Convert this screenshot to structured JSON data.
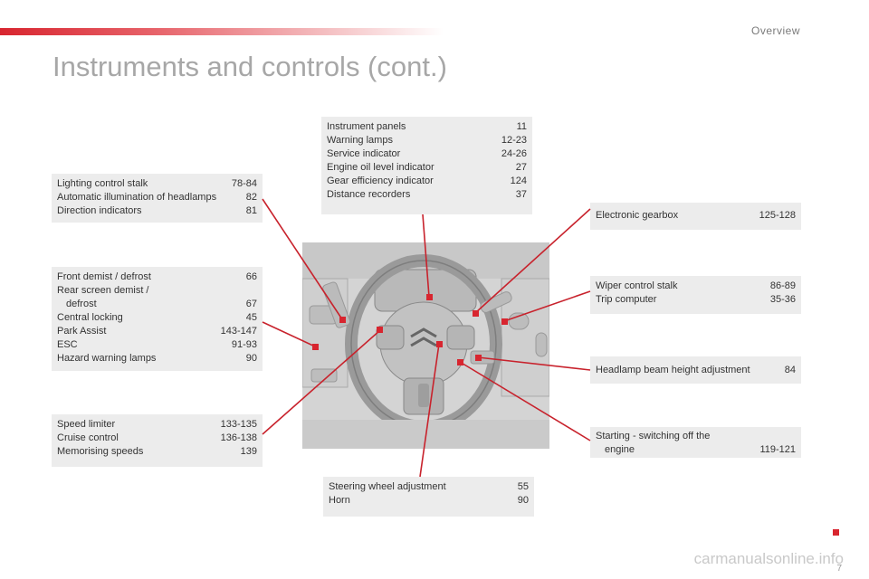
{
  "header": {
    "section": "Overview",
    "title": "Instruments and controls (cont.)",
    "page_number": "7"
  },
  "watermark": "carmanualsonline.info",
  "boxes": {
    "lighting": [
      {
        "label": "Lighting control stalk",
        "page": "78-84"
      },
      {
        "label": "Automatic illumination of headlamps",
        "page": "82"
      },
      {
        "label": "Direction indicators",
        "page": "81"
      }
    ],
    "demist": [
      {
        "label": "Front demist / defrost",
        "page": "66"
      },
      {
        "label": "Rear screen demist /",
        "page": ""
      },
      {
        "label": "defrost",
        "page": "67"
      },
      {
        "label": "Central locking",
        "page": "45"
      },
      {
        "label": "Park Assist",
        "page": "143-147"
      },
      {
        "label": "ESC",
        "page": "91-93"
      },
      {
        "label": "Hazard warning lamps",
        "page": "90"
      }
    ],
    "speed": [
      {
        "label": "Speed limiter",
        "page": "133-135"
      },
      {
        "label": "Cruise control",
        "page": "136-138"
      },
      {
        "label": "Memorising speeds",
        "page": "139"
      }
    ],
    "instruments": [
      {
        "label": "Instrument panels",
        "page": "11"
      },
      {
        "label": "Warning lamps",
        "page": "12-23"
      },
      {
        "label": "Service indicator",
        "page": "24-26"
      },
      {
        "label": "Engine oil level indicator",
        "page": "27"
      },
      {
        "label": "Gear efficiency indicator",
        "page": "124"
      },
      {
        "label": "Distance recorders",
        "page": "37"
      }
    ],
    "steering": [
      {
        "label": "Steering wheel adjustment",
        "page": "55"
      },
      {
        "label": "Horn",
        "page": "90"
      }
    ],
    "gearbox": [
      {
        "label": "Electronic gearbox",
        "page": "125-128"
      }
    ],
    "wiper": [
      {
        "label": "Wiper control stalk",
        "page": "86-89"
      },
      {
        "label": "Trip computer",
        "page": "35-36"
      }
    ],
    "headlamp": [
      {
        "label": "Headlamp beam height adjustment",
        "page": "84"
      }
    ],
    "starting": [
      {
        "label": "Starting - switching off the",
        "page": ""
      },
      {
        "label": "engine",
        "page": "119-121"
      }
    ]
  },
  "colors": {
    "accent": "#d8252f",
    "box_bg": "#ececec",
    "title": "#a7a7a7"
  }
}
